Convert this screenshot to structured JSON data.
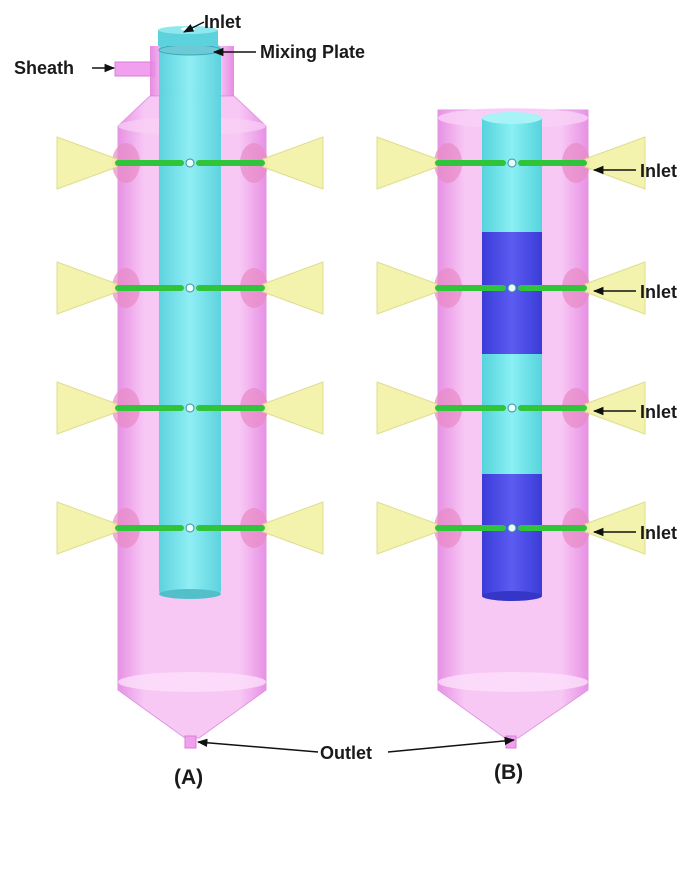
{
  "labels": {
    "inlet_top": "Inlet",
    "mixing_plate": "Mixing Plate",
    "sheath": "Sheath",
    "inlet_right": "Inlet",
    "outlet": "Outlet",
    "panel_a": "(A)",
    "panel_b": "(B)"
  },
  "colors": {
    "vessel": "#f5b3f3",
    "vessel_edge": "#e28ee0",
    "column_cyan": "#7fe6ec",
    "column_blue": "#5050ee",
    "nozzle_yellow": "#f3f2a8",
    "nozzle_red": "#e88ac6",
    "jet_green": "#2fc43a"
  },
  "panels": [
    {
      "id": "A",
      "column_segments": [
        "cyan"
      ],
      "inlet_levels": 4
    },
    {
      "id": "B",
      "column_segments": [
        "cyan",
        "blue",
        "cyan",
        "blue"
      ],
      "inlet_levels": 4
    }
  ]
}
